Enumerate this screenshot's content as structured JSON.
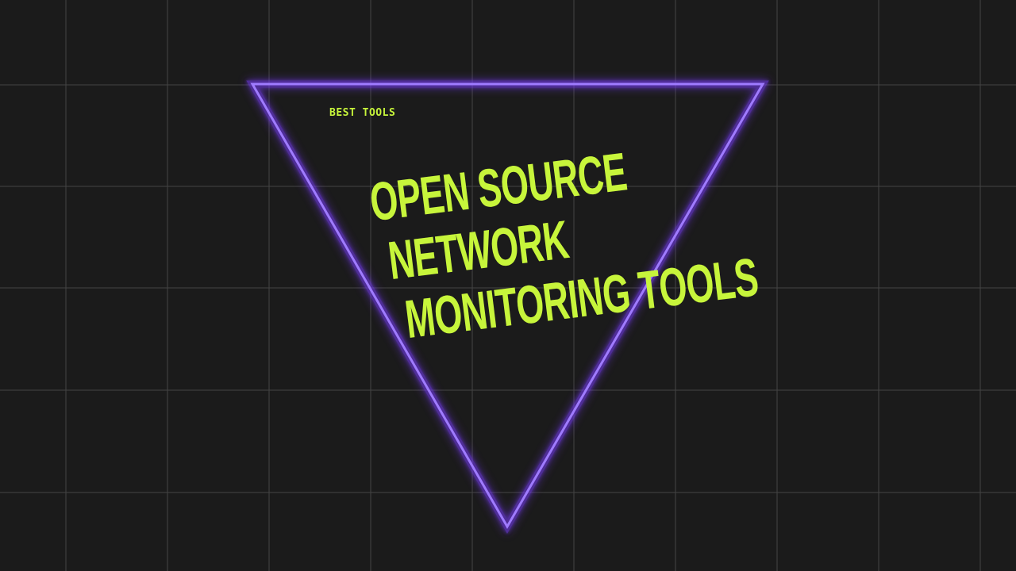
{
  "background_color": "#1b1b1b",
  "grid_color": "#4a4a4a",
  "triangle_color": "#8a5cff",
  "glow_color": "#7a3cff",
  "text_color": "#c7f53b",
  "kicker": "BEST TOOLS",
  "headline": {
    "line1": "OPEN SOURCE",
    "line2": "NETWORK",
    "line3": "MONITORING TOOLS"
  }
}
